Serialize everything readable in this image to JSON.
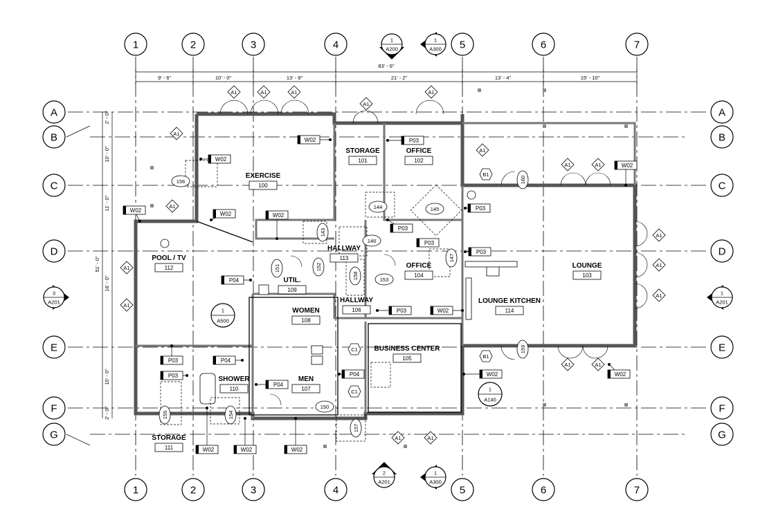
{
  "drawing": {
    "overall_dimension": "83' - 6\"",
    "top_dimensions": [
      "9' - 6\"",
      "10' - 0\"",
      "13' - 8\"",
      "21' - 2\"",
      "13' - 4\"",
      "15' - 10\""
    ],
    "side_dimensions": [
      "2' - 0\"",
      "10' - 0\"",
      "11' - 0\"",
      "16' - 0\"",
      "10' - 0\"",
      "2' - 0\""
    ],
    "side_overall": "51' - 0\"",
    "grid_columns": [
      "1",
      "2",
      "3",
      "4",
      "5",
      "6",
      "7"
    ],
    "grid_rows": [
      "A",
      "B",
      "C",
      "D",
      "E",
      "F",
      "G"
    ]
  },
  "rooms": [
    {
      "name": "EXERCISE",
      "number": "100"
    },
    {
      "name": "STORAGE",
      "number": "101"
    },
    {
      "name": "OFFICE",
      "number": "102"
    },
    {
      "name": "LOUNGE",
      "number": "103"
    },
    {
      "name": "OFFICE",
      "number": "104"
    },
    {
      "name": "BUSINESS CENTER",
      "number": "105"
    },
    {
      "name": "HALLWAY",
      "number": "106"
    },
    {
      "name": "MEN",
      "number": "107"
    },
    {
      "name": "WOMEN",
      "number": "108"
    },
    {
      "name": "UTIL.",
      "number": "109"
    },
    {
      "name": "SHOWER",
      "number": "110"
    },
    {
      "name": "STORAGE",
      "number": "111"
    },
    {
      "name": "POOL / TV",
      "number": "112"
    },
    {
      "name": "HALLWAY",
      "number": "113"
    },
    {
      "name": "LOUNGE KITCHEN",
      "number": "114"
    }
  ],
  "wall_tags": [
    "W02",
    "P03",
    "P04"
  ],
  "window_tag": "A1",
  "door_tags_b": "B1",
  "door_tags_c": "C1",
  "door_numbers": [
    "143",
    "144",
    "145",
    "146",
    "147",
    "150",
    "151",
    "152",
    "153",
    "154",
    "155",
    "156",
    "157",
    "158",
    "159",
    "160"
  ],
  "section_markers": [
    {
      "number": "1",
      "sheet": "A200"
    },
    {
      "number": "1",
      "sheet": "A300"
    },
    {
      "number": "3",
      "sheet": "A201"
    },
    {
      "number": "1",
      "sheet": "A201"
    },
    {
      "number": "2",
      "sheet": "A201"
    },
    {
      "number": "1",
      "sheet": "A300"
    }
  ],
  "detail_markers": [
    {
      "number": "1",
      "sheet": "A500"
    },
    {
      "number": "1",
      "sheet": "A140"
    }
  ]
}
